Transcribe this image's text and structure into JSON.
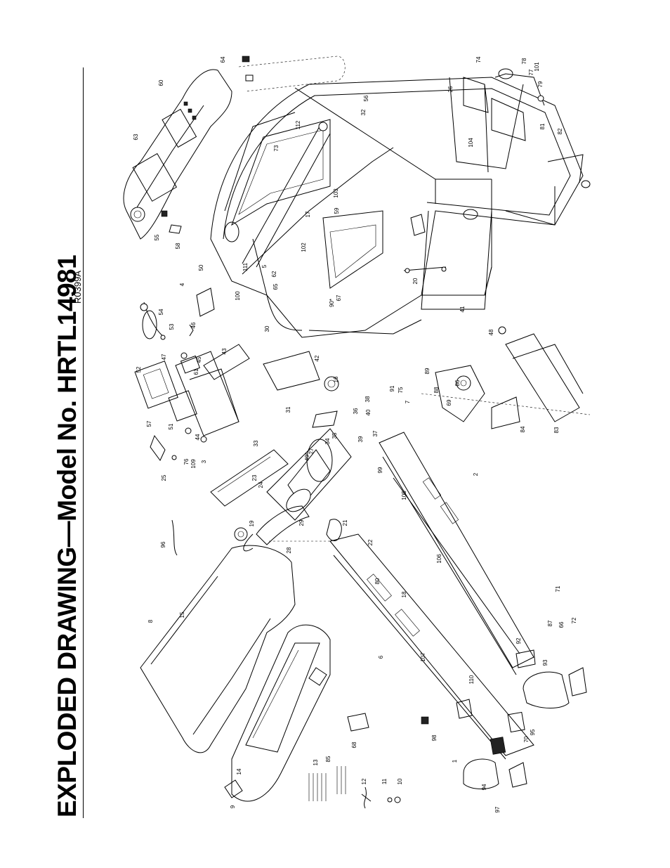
{
  "header": {
    "title": "EXPLODED DRAWING—Model No. HRTL14981",
    "code": "R0399A"
  },
  "callouts": [
    "1",
    "2",
    "3",
    "4",
    "5",
    "6",
    "7",
    "8",
    "9",
    "10",
    "11",
    "12",
    "13",
    "14",
    "15",
    "16",
    "17",
    "18",
    "19",
    "20",
    "21",
    "22",
    "23",
    "24",
    "25",
    "26",
    "27",
    "28",
    "29",
    "30",
    "31",
    "32",
    "33",
    "34",
    "35",
    "36",
    "37",
    "38",
    "39",
    "40",
    "41",
    "42",
    "43",
    "44",
    "45",
    "46",
    "47",
    "48",
    "49*",
    "50",
    "51",
    "52",
    "53",
    "54",
    "55",
    "56",
    "57",
    "58",
    "59",
    "60",
    "61",
    "62",
    "63",
    "64",
    "65",
    "66",
    "67",
    "68",
    "69",
    "70",
    "71",
    "72",
    "73",
    "74",
    "75",
    "76",
    "77",
    "78",
    "79",
    "80",
    "81",
    "82",
    "83",
    "84",
    "85",
    "86",
    "87",
    "88",
    "89",
    "90*",
    "91",
    "92",
    "93",
    "94",
    "95",
    "96",
    "97",
    "98",
    "99",
    "100",
    "101",
    "102",
    "103",
    "104",
    "105",
    "106",
    "107",
    "109",
    "110",
    "111",
    "112"
  ]
}
